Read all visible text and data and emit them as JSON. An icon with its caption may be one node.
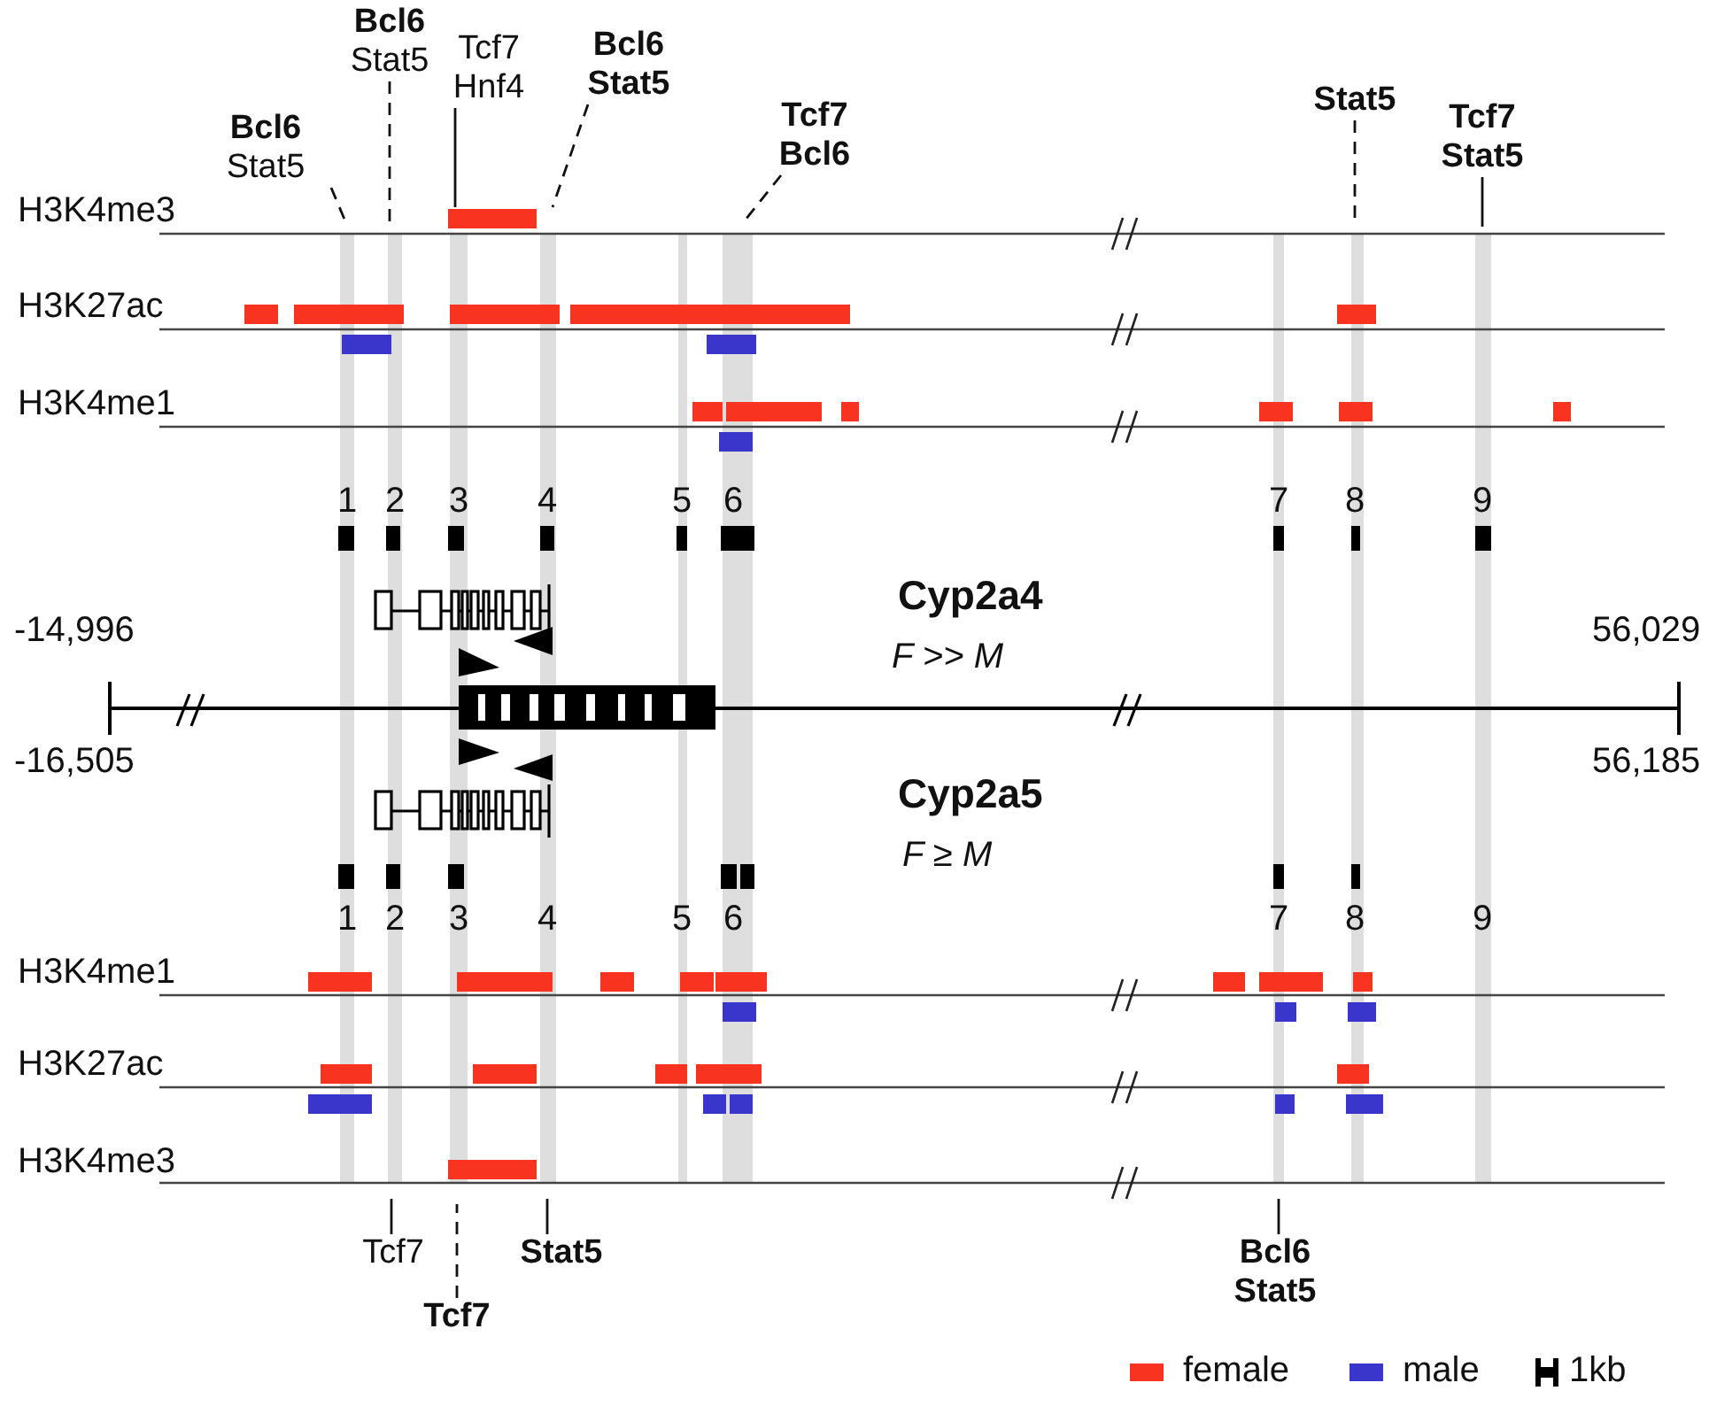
{
  "diagram": {
    "nodes": [
      {
        "text": [
          "**Bcl6** Stat5"
        ]
      },
      {
        "text": [
          "**Bcl6** Stat5"
        ]
      },
      {
        "text": [
          "Tcf7 Hnf4"
        ]
      },
      {
        "text": [
          "Bcl6 Stat5"
        ]
      },
      {
        "text": [
          "Tcf7 Bcl6"
        ]
      },
      {
        "text": [
          "Stat5"
        ]
      },
      {
        "text": [
          "Tcf7 Stat5"
        ]
      },
      {
        "text": [
          "Tcf7"
        ]
      },
      {
        "text": [
          "Stat5"
        ]
      },
      {
        "text": [
          "Tcf7"
        ]
      },
      {
        "text": [
          "Bcl6 Stat5"
        ]
      }
    ],
    "edges": [
      {
        "from": 0,
        "to": null,
        "arrow": "none",
        "style": "dashed"
      },
      {
        "from": 1,
        "to": null,
        "arrow": "none",
        "style": "dashed"
      },
      {
        "from": 2,
        "to": null,
        "arrow": "none"
      },
      {
        "from": 3,
        "to": null,
        "arrow": "none",
        "style": "dashed"
      },
      {
        "from": 4,
        "to": null,
        "arrow": "none",
        "style": "dashed"
      },
      {
        "from": 5,
        "to": null,
        "arrow": "none",
        "style": "dashed"
      },
      {
        "from": 6,
        "to": null,
        "arrow": "none"
      },
      {
        "from": 7,
        "to": null,
        "arrow": "none"
      },
      {
        "from": 8,
        "to": null,
        "arrow": "none"
      },
      {
        "from": 9,
        "to": null,
        "arrow": "none",
        "style": "dashed"
      },
      {
        "from": 10,
        "to": null,
        "arrow": "none"
      }
    ],
    "labels": [
      "H3K4me3",
      "H3K27ac",
      "H3K4me1",
      "1",
      "2",
      "3",
      "4",
      "5",
      "6",
      "7",
      "8",
      "9",
      "Cyp2a4",
      "-14,996",
      "F >> M",
      "56,029",
      "-16,505",
      "56,185",
      "Cyp2a5",
      "F ≥ M",
      "1",
      "2",
      "3",
      "4",
      "5",
      "6",
      "7",
      "8",
      "9",
      "H3K4me1",
      "H3K27ac",
      "H3K4me3"
    ],
    "legend": [
      {
        "text": "female",
        "color": "#f8331f"
      },
      {
        "text": "male",
        "color": "#3a36cc"
      },
      {
        "text": "1kb"
      }
    ]
  }
}
